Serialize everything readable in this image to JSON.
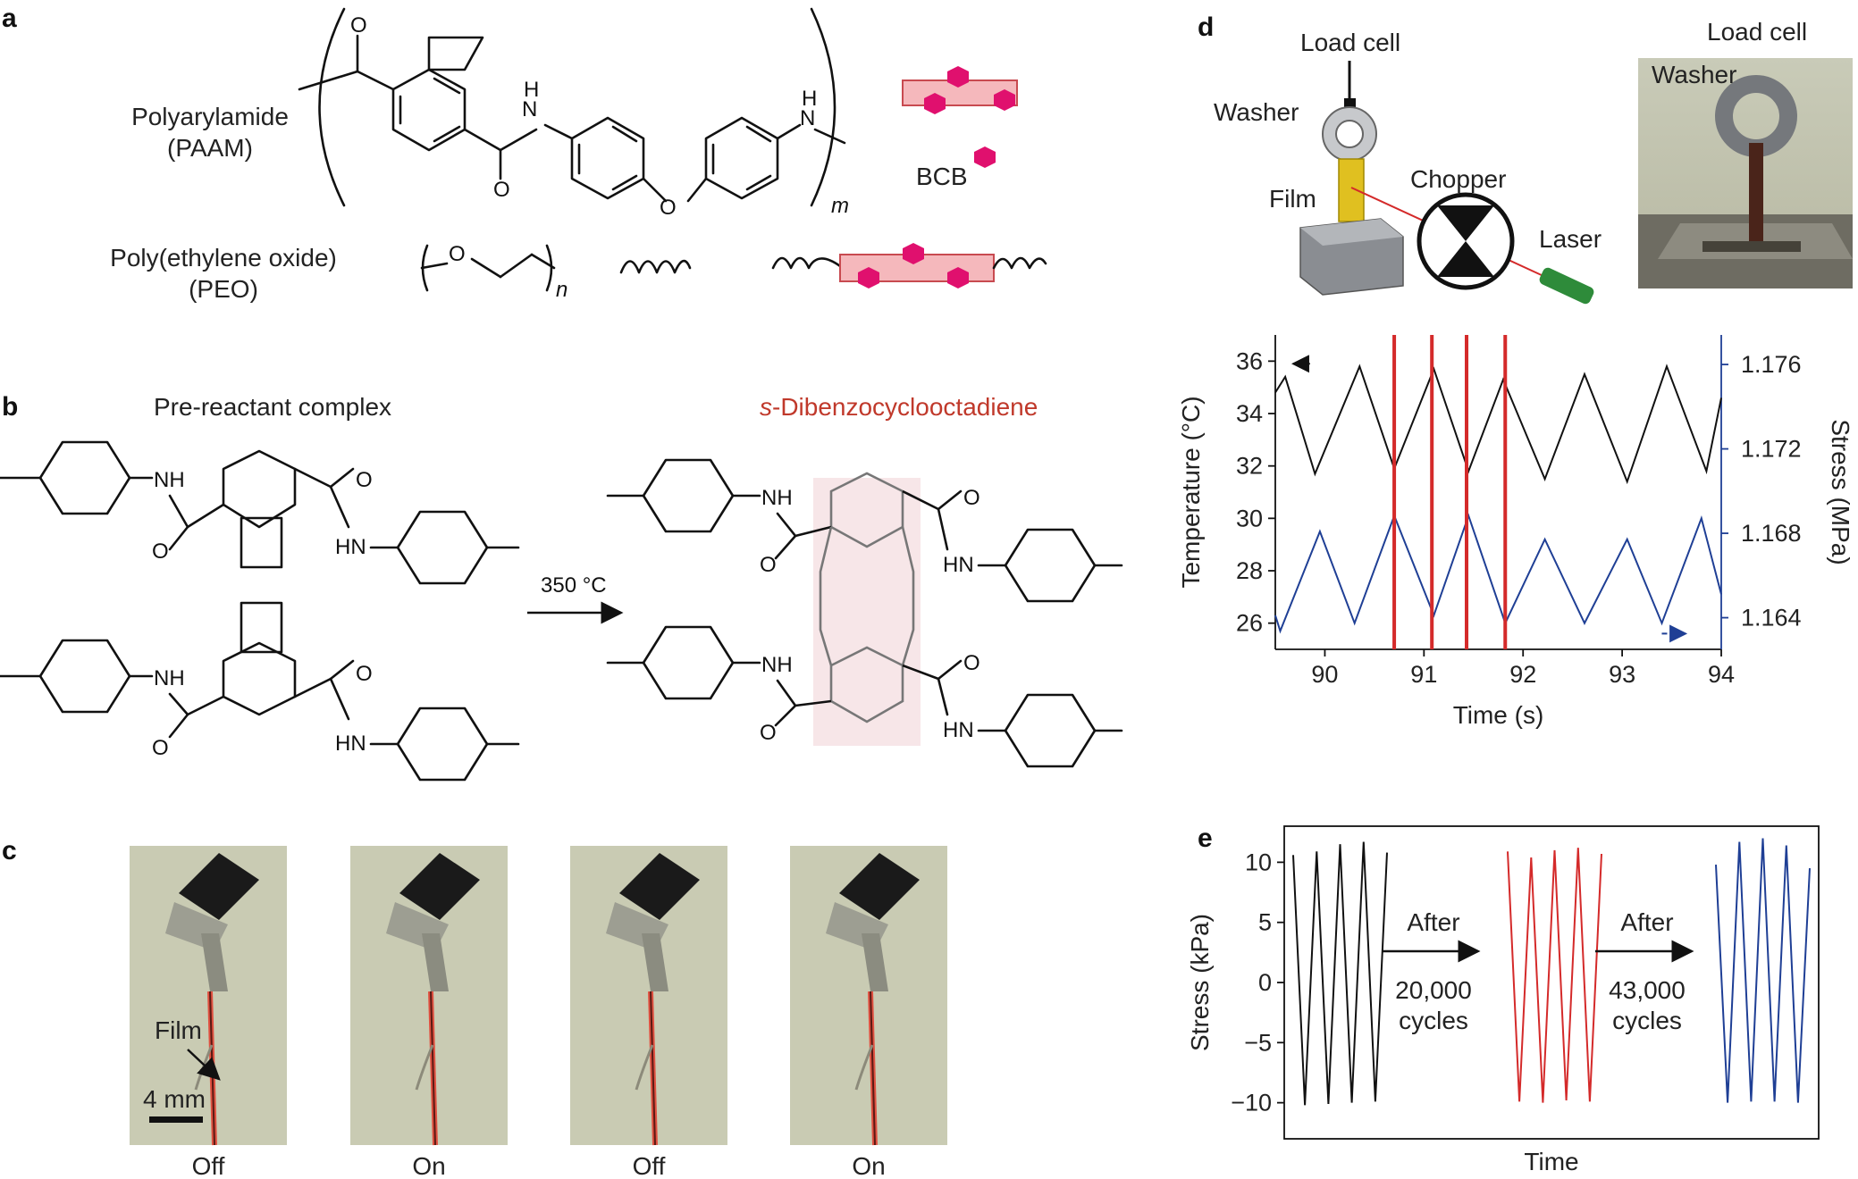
{
  "panels": {
    "a": "a",
    "b": "b",
    "c": "c",
    "d": "d",
    "e": "e"
  },
  "panel_a": {
    "paam_line1": "Polyarylamide",
    "paam_line2": "(PAAM)",
    "peo_line1": "Poly(ethylene oxide)",
    "peo_line2": "(PEO)",
    "bcb": "BCB",
    "repeat_m": "m",
    "repeat_n": "n",
    "atoms": {
      "O": "O",
      "H": "H",
      "N": "N"
    }
  },
  "panel_b": {
    "prereactant": "Pre-reactant complex",
    "product_italic": "s",
    "product_rest": "-Dibenzocyclooctadiene",
    "condition": "350 °C",
    "nh": "NH",
    "hn": "HN",
    "o": "O"
  },
  "panel_c": {
    "film_label": "Film",
    "scale_bar": "4 mm",
    "frames": [
      "Off",
      "On",
      "Off",
      "On"
    ]
  },
  "panel_d": {
    "schematic": {
      "load_cell": "Load cell",
      "washer": "Washer",
      "film": "Film",
      "chopper": "Chopper",
      "laser": "Laser"
    },
    "photo": {
      "load_cell": "Load cell",
      "washer": "Washer"
    }
  },
  "colors": {
    "red": "#d42a2a",
    "blue": "#1f3f95",
    "black": "#111111",
    "bcb_pink": "#e0106e",
    "box_pink": "#f5b8bc",
    "highlight": "#f7e6e8",
    "laser_green": "#2e8b3a",
    "film_yellow": "#e0c020"
  },
  "chart_data": [
    {
      "panel": "d",
      "type": "line",
      "xlabel": "Time (s)",
      "ylabel": "Temperature (°C)",
      "ylabel_right": "Stress (MPa)",
      "xlim": [
        89.5,
        94
      ],
      "ylim": [
        25,
        37
      ],
      "ylim_right": [
        1.1625,
        1.1774
      ],
      "xticks": [
        "90",
        "91",
        "92",
        "93",
        "94"
      ],
      "yticks": [
        "26",
        "28",
        "30",
        "32",
        "34",
        "36"
      ],
      "yticks_right": [
        "1.164",
        "1.168",
        "1.172",
        "1.176"
      ],
      "series": [
        {
          "axis": "left",
          "color": "#111111",
          "x": [
            89.5,
            89.6,
            89.9,
            90.35,
            90.7,
            91.1,
            91.45,
            91.8,
            92.22,
            92.62,
            93.05,
            93.45,
            93.85,
            94
          ],
          "y": [
            34.8,
            35.4,
            31.7,
            35.8,
            31.9,
            35.7,
            31.8,
            35.3,
            31.5,
            35.5,
            31.4,
            35.8,
            31.8,
            34.6
          ]
        },
        {
          "axis": "left",
          "color": "#1f3f95",
          "x": [
            89.5,
            89.55,
            89.95,
            90.3,
            90.7,
            91.1,
            91.45,
            91.82,
            92.22,
            92.62,
            93.05,
            93.4,
            93.8,
            94
          ],
          "y": [
            26.3,
            25.7,
            29.5,
            26.0,
            30.1,
            26.3,
            30.1,
            26.0,
            29.2,
            26.0,
            29.2,
            26.0,
            30.0,
            27.1
          ]
        }
      ],
      "vlines": [
        90.7,
        91.08,
        91.43,
        91.82
      ],
      "arrows": {
        "left": "top-left",
        "right": "bottom-right"
      }
    },
    {
      "panel": "e",
      "type": "line",
      "xlabel": "Time",
      "ylabel": "Stress (kPa)",
      "ylim": [
        -13,
        13
      ],
      "yticks": [
        "−10",
        "−5",
        "0",
        "5",
        "10"
      ],
      "series": [
        {
          "color": "#111111",
          "x": [
            0,
            1,
            2,
            3,
            4,
            5,
            6,
            7,
            8
          ],
          "y": [
            10.6,
            -10.2,
            10.9,
            -10.1,
            11.5,
            -10.0,
            11.7,
            -9.9,
            10.8
          ]
        },
        {
          "color": "#d42a2a",
          "x": [
            0,
            1,
            2,
            3,
            4,
            5,
            6,
            7,
            8
          ],
          "y": [
            10.9,
            -9.9,
            10.4,
            -10.0,
            11.0,
            -9.8,
            11.2,
            -9.9,
            10.7
          ]
        },
        {
          "color": "#1f3f95",
          "x": [
            0,
            1,
            2,
            3,
            4,
            5,
            6,
            7,
            8
          ],
          "y": [
            9.8,
            -10.0,
            11.7,
            -9.9,
            12.0,
            -9.9,
            11.4,
            -10.0,
            9.5
          ]
        }
      ],
      "annotations": [
        {
          "line1": "After",
          "line2": "20,000",
          "line3": "cycles"
        },
        {
          "line1": "After",
          "line2": "43,000",
          "line3": "cycles"
        }
      ]
    }
  ]
}
